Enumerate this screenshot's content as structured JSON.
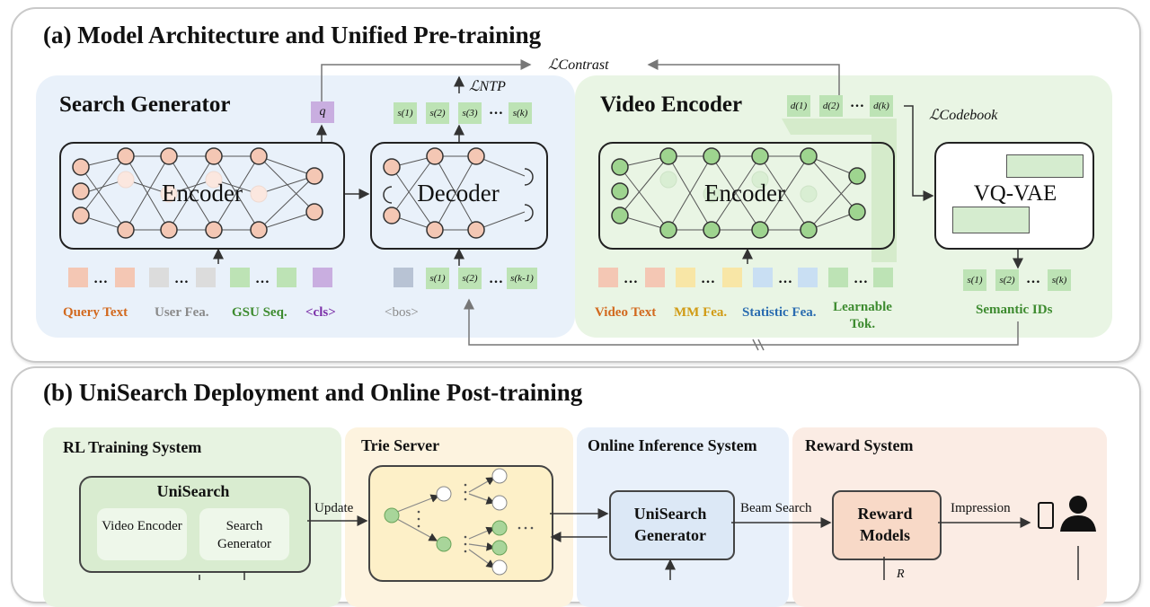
{
  "panel_a": {
    "title": "(a) Model Architecture and Unified Pre-training",
    "search_generator": {
      "heading": "Search Generator",
      "encoder_label": "Encoder",
      "decoder_label": "Decoder",
      "query_token": "q",
      "output_tokens": [
        "s(1)",
        "s(2)",
        "s(3)",
        "…",
        "s(k)"
      ],
      "input_tokens": [
        "s(1)",
        "s(2)",
        "…",
        "s(k-1)"
      ],
      "input_groups": [
        "Query Text",
        "User Fea.",
        "GSU Seq.",
        "<cls>",
        "<bos>"
      ]
    },
    "video_encoder": {
      "heading": "Video Encoder",
      "encoder_label": "Encoder",
      "vqvae_label": "VQ-VAE",
      "d_tokens": [
        "d(1)",
        "d(2)",
        "…",
        "d(k)"
      ],
      "semantic_tokens": [
        "s(1)",
        "s(2)",
        "…",
        "s(k)"
      ],
      "input_groups": [
        "Video Text",
        "MM Fea.",
        "Statistic Fea.",
        "Learnable Tok."
      ],
      "semantic_label": "Semantic IDs"
    },
    "losses": {
      "contrast": "ℒContrast",
      "ntp": "ℒNTP",
      "codebook": "ℒCodebook"
    },
    "ellipsis": "…"
  },
  "panel_b": {
    "title": "(b) UniSearch Deployment and Online Post-training",
    "rl": {
      "heading": "RL Training System",
      "box_title": "UniSearch",
      "sub1": "Video Encoder",
      "sub2": "Search Generator"
    },
    "trie": {
      "heading": "Trie Server"
    },
    "online": {
      "heading": "Online Inference System",
      "box": "UniSearch Generator"
    },
    "reward": {
      "heading": "Reward System",
      "box": "Reward Models"
    },
    "edges": {
      "update": "Update",
      "beam": "Beam Search",
      "impression": "Impression",
      "r": "R"
    }
  },
  "colors": {
    "search_bg": "#e9f1fa",
    "video_bg": "#e9f5e4",
    "rl_bg": "#e7f3e1",
    "trie_bg": "#fdf3df",
    "online_bg": "#e8f0fa",
    "reward_bg": "#fbece4",
    "query": "#f4c7b4",
    "user": "#dcdcdc",
    "gsu": "#bde3b5",
    "cls": "#c9aee0",
    "bos": "#b8c3d4",
    "video_text": "#f4c7b4",
    "mm": "#f8e6a6",
    "stat": "#c9dff3",
    "learn": "#bde3b5",
    "orange_text": "#d2691e",
    "grey_text": "#8a8a8a",
    "green_text": "#3d8b2f",
    "purple_text": "#7b2fa8",
    "gold_text": "#d19b14",
    "blue_text": "#2a6cb0"
  }
}
